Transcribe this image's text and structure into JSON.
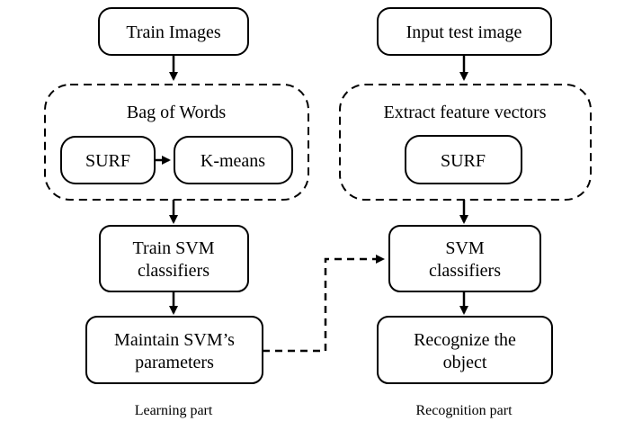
{
  "learning": {
    "train_images": "Train Images",
    "bag_of_words": "Bag of Words",
    "surf": "SURF",
    "kmeans": "K-means",
    "train_svm_line1": "Train SVM",
    "train_svm_line2": "classifiers",
    "maintain_line1": "Maintain SVM’s",
    "maintain_line2": "parameters",
    "caption": "Learning part"
  },
  "recognition": {
    "input_test_image": "Input test image",
    "extract_features": "Extract feature vectors",
    "surf": "SURF",
    "svm_line1": "SVM",
    "svm_line2": "classifiers",
    "recognize_line1": "Recognize the",
    "recognize_line2": "object",
    "caption": "Recognition part"
  }
}
